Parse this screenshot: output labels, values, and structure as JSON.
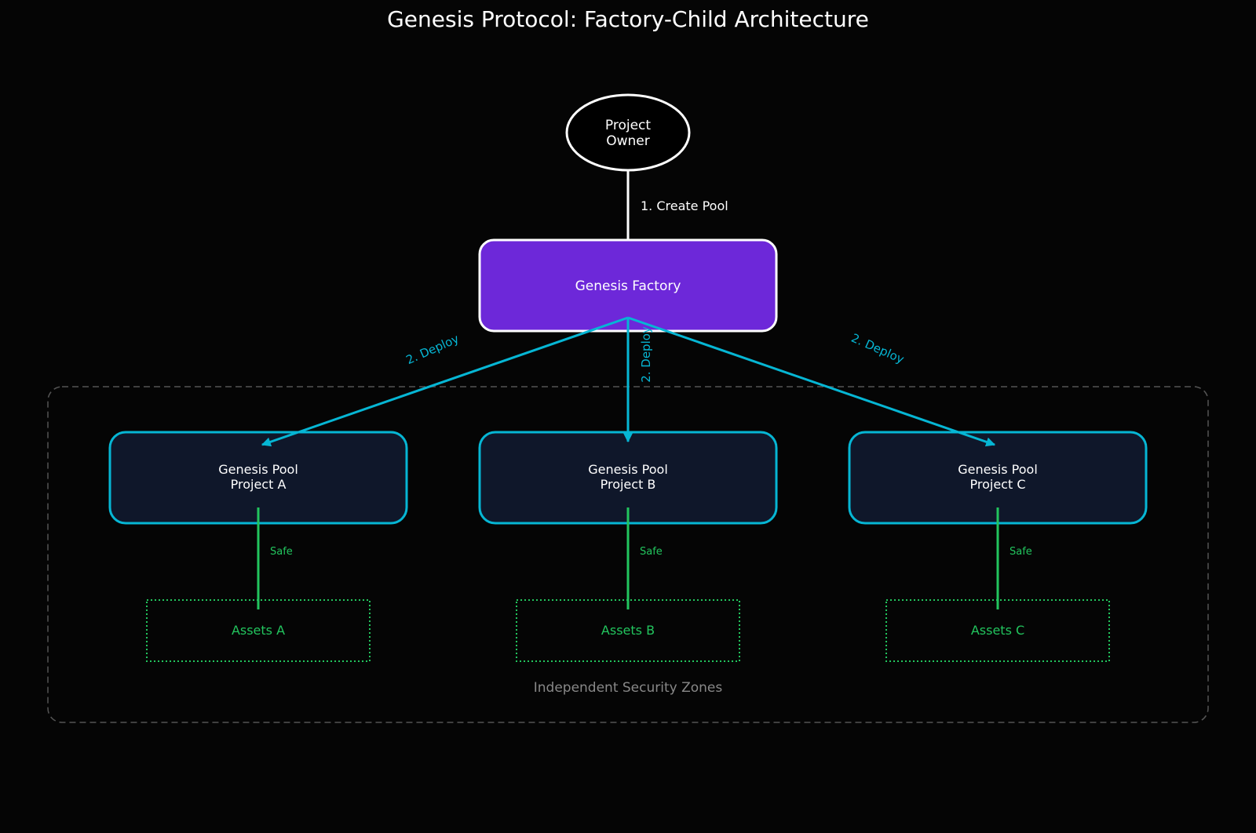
{
  "title": "Genesis Protocol: Factory-Child Architecture",
  "colors": {
    "background": "#050505",
    "factory": "#6d28d9",
    "deploy": "#06b6d4",
    "pool_fill": "#0f172a",
    "safe": "#22c55e",
    "zone": "#555555"
  },
  "owner": {
    "line1": "Project",
    "line2": "Owner"
  },
  "create_edge": {
    "label": "1. Create Pool"
  },
  "factory": {
    "label": "Genesis Factory"
  },
  "deploy_label": "2. Deploy",
  "pools": [
    {
      "line1": "Genesis Pool",
      "line2": "Project A",
      "edge_label": "Safe",
      "assets": "Assets A"
    },
    {
      "line1": "Genesis Pool",
      "line2": "Project B",
      "edge_label": "Safe",
      "assets": "Assets B"
    },
    {
      "line1": "Genesis Pool",
      "line2": "Project C",
      "edge_label": "Safe",
      "assets": "Assets C"
    }
  ],
  "zone": {
    "label": "Independent Security Zones"
  }
}
